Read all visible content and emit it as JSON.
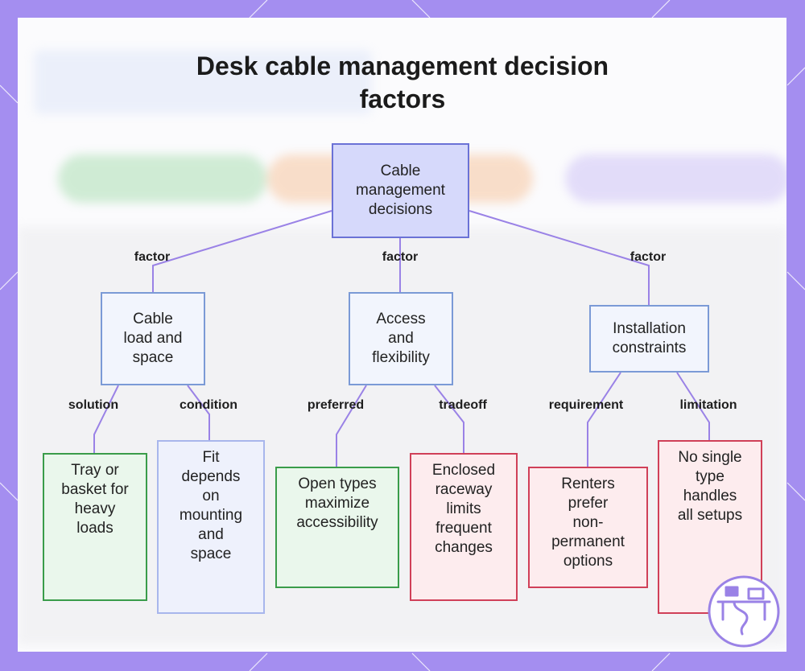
{
  "title": "Desk cable management decision factors",
  "nodes": {
    "root": "Cable\nmanagement\ndecisions",
    "load": "Cable\nload and\nspace",
    "access": "Access\nand\nflexibility",
    "install": "Installation\nconstraints",
    "tray": "Tray or\nbasket for\nheavy\nloads",
    "fit": "Fit\ndepends\non\nmounting\nand\nspace",
    "open": "Open types\nmaximize\naccessibility",
    "enclosed": "Enclosed\nraceway\nlimits\nfrequent\nchanges",
    "renters": "Renters\nprefer\nnon-\npermanent\noptions",
    "nosingle": "No single\ntype\nhandles\nall setups"
  },
  "edge_labels": {
    "factor_load": "factor",
    "factor_access": "factor",
    "factor_install": "factor",
    "solution": "solution",
    "condition": "condition",
    "preferred": "preferred",
    "tradeoff": "tradeoff",
    "requirement": "requirement",
    "limitation": "limitation"
  },
  "colors": {
    "background": "#a48ef0",
    "edge": "#9a82e6",
    "root_fill": "#d6d9fb",
    "green_border": "#3a9c4a",
    "red_border": "#d04058"
  },
  "icons": {
    "logo": "desk-cable-logo-icon"
  }
}
